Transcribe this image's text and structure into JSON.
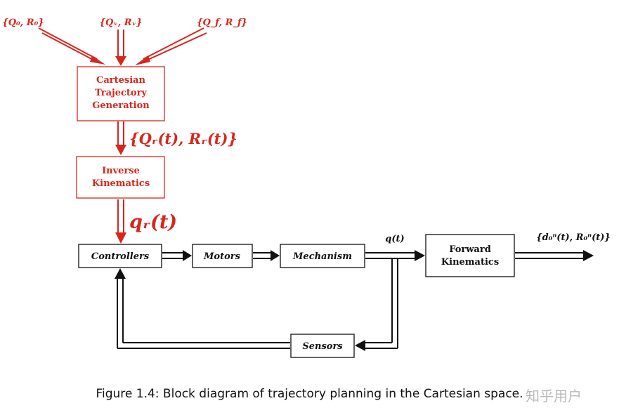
{
  "inputs": {
    "initial": "{Q₀, R₀}",
    "via": "{Qᵥ, Rᵥ}",
    "final": "{Q_f, R_f}"
  },
  "blocks": {
    "cartesian": [
      "Cartesian",
      "Trajectory",
      "Generation"
    ],
    "inverse": [
      "Inverse",
      "Kinematics"
    ],
    "controllers": "Controllers",
    "motors": "Motors",
    "mechanism": "Mechanism",
    "forward": [
      "Forward",
      "Kinematics"
    ],
    "sensors": "Sensors"
  },
  "signals": {
    "reference": "{Qᵣ(t), Rᵣ(t)}",
    "joint_ref": "qᵣ(t)",
    "joint_out": "q(t)",
    "output": "{d₀ⁿ(t), R₀ⁿ(t)}"
  },
  "colors": {
    "planning": "#d8261c",
    "control": "#111111"
  },
  "caption": "Figure 1.4: Block diagram of trajectory planning in the Cartesian space.",
  "watermark": "知乎用户"
}
